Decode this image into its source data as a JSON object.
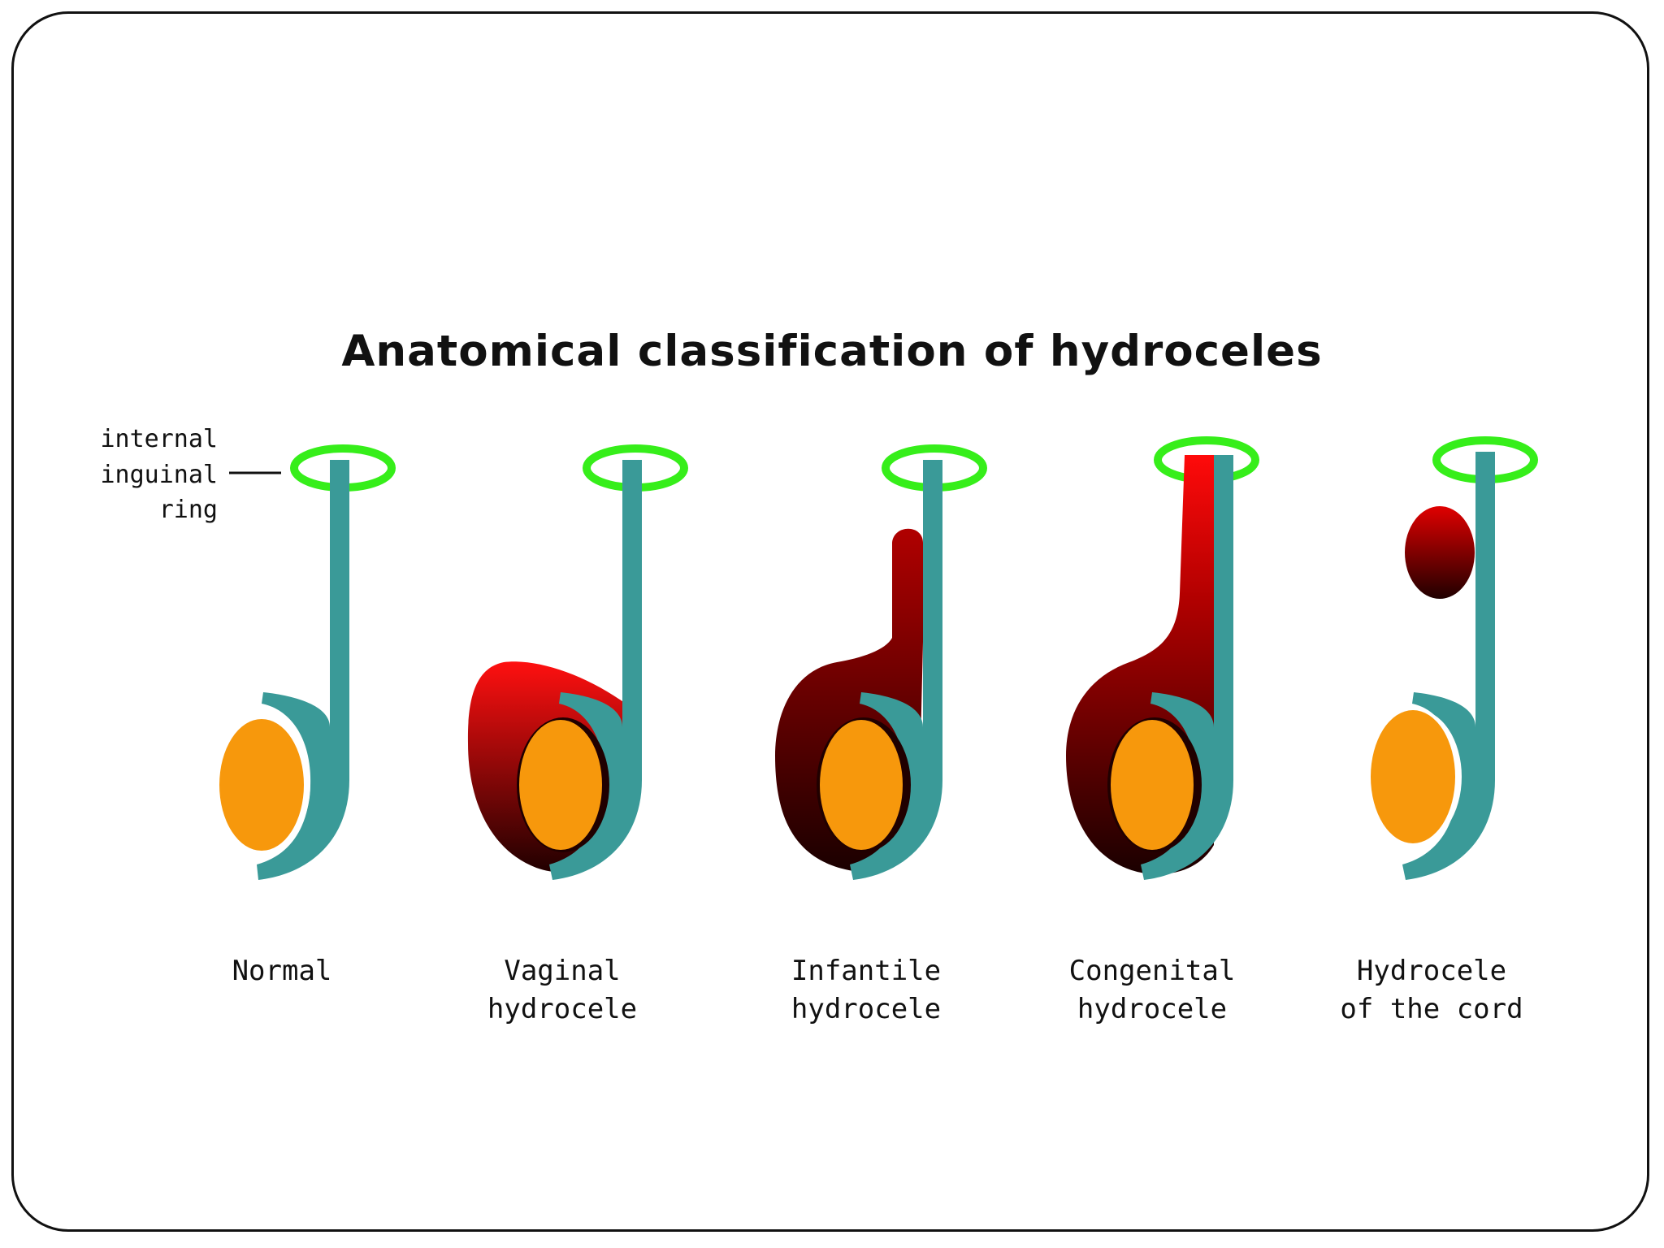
{
  "title": "Anatomical classification of hydroceles",
  "ring_label": [
    "internal",
    "inguinal",
    "ring"
  ],
  "panels": [
    {
      "line1": "Normal",
      "line2": ""
    },
    {
      "line1": "Vaginal",
      "line2": "hydrocele"
    },
    {
      "line1": "Infantile",
      "line2": "hydrocele"
    },
    {
      "line1": "Congenital",
      "line2": "hydrocele"
    },
    {
      "line1": "Hydrocele",
      "line2": "of the cord"
    }
  ],
  "colors": {
    "ring": "#36ee1a",
    "cord": "#3a9a98",
    "testis": "#f7980c",
    "fluid_top": "#ff1010",
    "fluid_bottom": "#200000"
  }
}
